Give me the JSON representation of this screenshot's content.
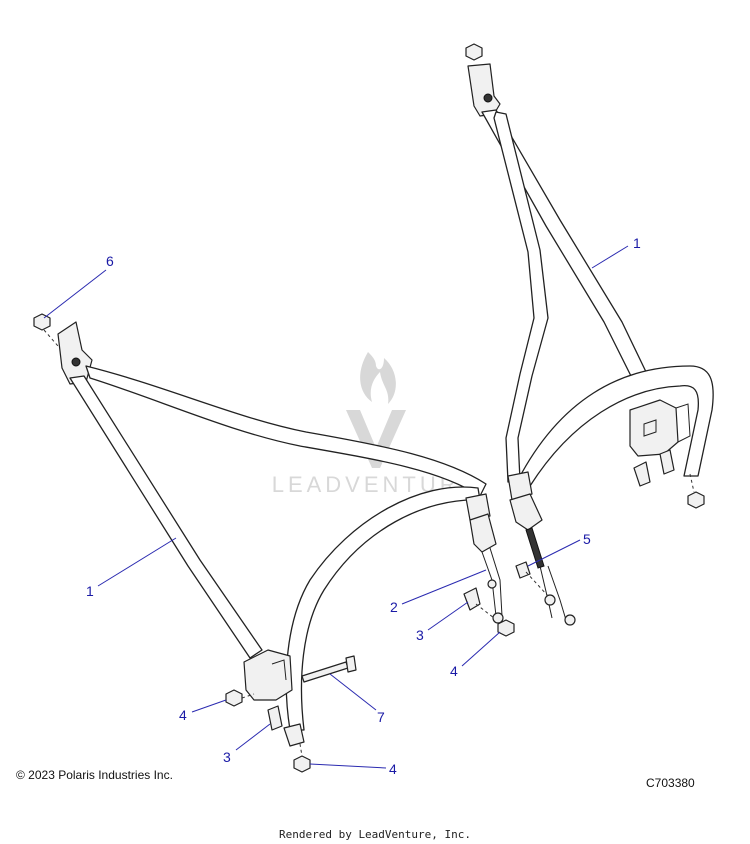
{
  "callouts": {
    "c1_right": "1",
    "c6": "6",
    "c1_left": "1",
    "c5": "5",
    "c2": "2",
    "c3_mid": "3",
    "c4_mid": "4",
    "c4_left": "4",
    "c7": "7",
    "c3_bottom": "3",
    "c4_bottom": "4"
  },
  "copyright": "© 2023 Polaris Industries Inc.",
  "diagram_code": "C703380",
  "watermark_text": "LEADVENTURE",
  "footer": "Rendered by LeadVenture, Inc.",
  "colors": {
    "callout": "#1a1aa6",
    "line": "#222222",
    "watermark": "#d8d8d8"
  }
}
